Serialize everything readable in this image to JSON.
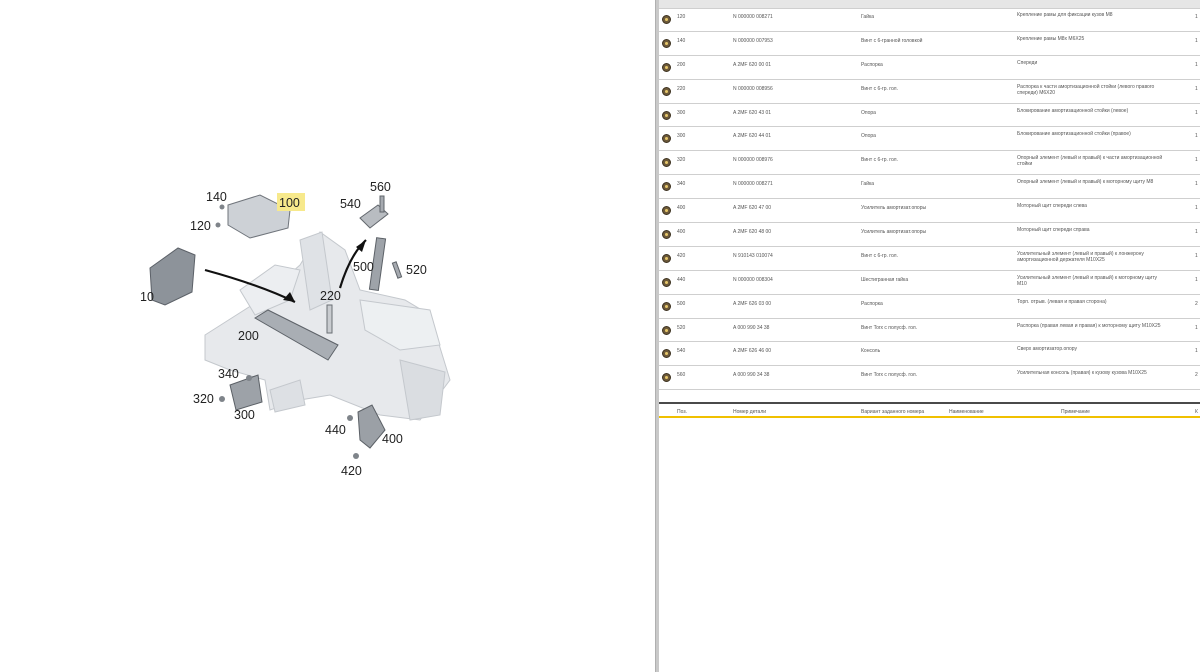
{
  "diagram": {
    "callouts": [
      {
        "id": "10",
        "label": "10"
      },
      {
        "id": "100",
        "label": "100"
      },
      {
        "id": "120",
        "label": "120"
      },
      {
        "id": "140",
        "label": "140"
      },
      {
        "id": "200",
        "label": "200"
      },
      {
        "id": "220",
        "label": "220"
      },
      {
        "id": "300",
        "label": "300"
      },
      {
        "id": "320",
        "label": "320"
      },
      {
        "id": "340",
        "label": "340"
      },
      {
        "id": "400",
        "label": "400"
      },
      {
        "id": "420",
        "label": "420"
      },
      {
        "id": "440",
        "label": "440"
      },
      {
        "id": "500",
        "label": "500"
      },
      {
        "id": "520",
        "label": "520"
      },
      {
        "id": "540",
        "label": "540"
      },
      {
        "id": "560",
        "label": "560"
      }
    ],
    "highlight_color": "#f7e98c"
  },
  "table": {
    "rows": [
      {
        "pos": "120",
        "number": "N 000000 008271",
        "name": "Гайка",
        "note": "Крепление рамы для фиксации кузов M8",
        "qty": "1"
      },
      {
        "pos": "140",
        "number": "N 000000 007953",
        "name": "Винт с 6-гранной головкой",
        "note": "Крепление рамы M8x M6X25",
        "qty": "1"
      },
      {
        "pos": "200",
        "number": "A 2MF 620 00 01",
        "name": "Распорка",
        "note": "Спереди",
        "qty": "1"
      },
      {
        "pos": "220",
        "number": "N 000000 008956",
        "name": "Винт с 6-гр. гол.",
        "note": "Распорка к части амортизационной стойки (левого правого спереди) M6X20",
        "qty": "1"
      },
      {
        "pos": "300",
        "number": "A 2MF 620 43 01",
        "name": "Опора",
        "note": "Блокирование амортизационной стойки (левое)",
        "qty": "1"
      },
      {
        "pos": "300",
        "number": "A 2MF 620 44 01",
        "name": "Опора",
        "note": "Блокирование амортизационной стойки (правое)",
        "qty": "1"
      },
      {
        "pos": "320",
        "number": "N 000000 008976",
        "name": "Винт с 6-гр. гол.",
        "note": "Опорный элемент (левый и правый) к части амортизационной стойки",
        "qty": "1"
      },
      {
        "pos": "340",
        "number": "N 000000 008271",
        "name": "Гайка",
        "note": "Опорный элемент (левый и правый) к моторному щиту M8",
        "qty": "1"
      },
      {
        "pos": "400",
        "number": "A 2MF 620 47 00",
        "name": "Усилитель амортизат.опоры",
        "note": "Моторный щит спереди слева",
        "qty": "1"
      },
      {
        "pos": "400",
        "number": "A 2MF 620 48 00",
        "name": "Усилитель амортизат.опоры",
        "note": "Моторный щит спереди справа",
        "qty": "1"
      },
      {
        "pos": "420",
        "number": "N 910143 010074",
        "name": "Винт с 6-гр. гол.",
        "note": "Усилительный элемент (левый и правый) к лонжерону амортизационной держателя M10X25",
        "qty": "1"
      },
      {
        "pos": "440",
        "number": "N 000000 008304",
        "name": "Шестигранная гайка",
        "note": "Усилительный элемент (левый и правый) к моторному щиту M10",
        "qty": "1"
      },
      {
        "pos": "500",
        "number": "A 2MF 626 03 00",
        "name": "Распорка",
        "note": "Торп. отрыв. (левая и правая сторона)",
        "qty": "2"
      },
      {
        "pos": "520",
        "number": "A 000 990 34 38",
        "name": "Винт Torx с полусф. гол.",
        "note": "Распорка (правая левая и правая) к моторному щиту M10X25",
        "qty": "1"
      },
      {
        "pos": "540",
        "number": "A 2MF 626 46 00",
        "name": "Консоль",
        "note": "Сверх амортизатор.опору",
        "qty": "1"
      },
      {
        "pos": "560",
        "number": "A 000 990 34 38",
        "name": "Винт Torx с полусф. гол.",
        "note": "Усилительная консоль (правая) к кузову кузова M10X25",
        "qty": "2"
      }
    ],
    "headers": {
      "pos": "Поз.",
      "number": "Номер детали",
      "replacement": "Вариант заданного номера",
      "name": "Наименование",
      "note": "Примечание",
      "qty": "К"
    }
  }
}
